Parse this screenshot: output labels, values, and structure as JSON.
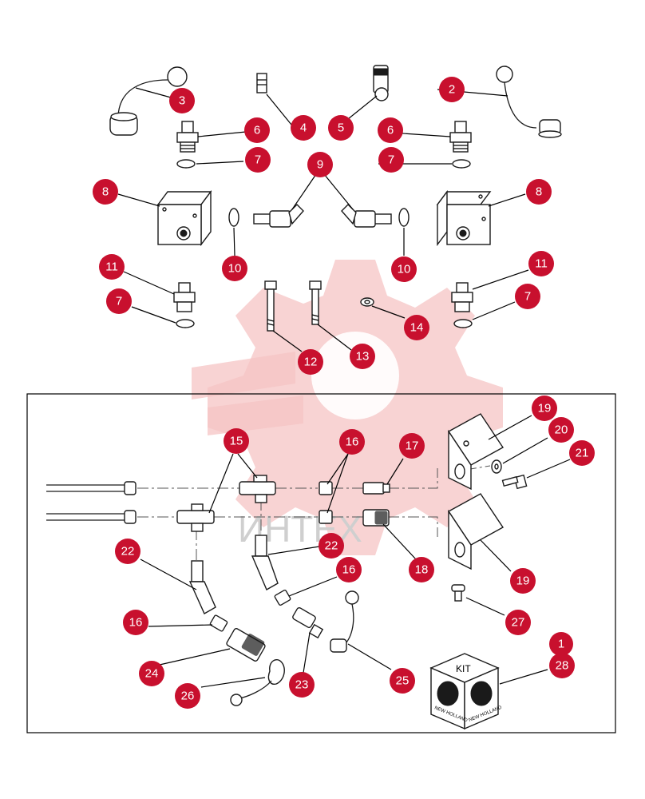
{
  "watermark": {
    "text": "ИНТЕХ"
  },
  "kit": {
    "label": "KIT",
    "brand": "NEW HOLLAND"
  },
  "callouts": [
    {
      "label": "1"
    },
    {
      "label": "2"
    },
    {
      "label": "3"
    },
    {
      "label": "4"
    },
    {
      "label": "5"
    },
    {
      "label": "6"
    },
    {
      "label": "6"
    },
    {
      "label": "7"
    },
    {
      "label": "7"
    },
    {
      "label": "7"
    },
    {
      "label": "7"
    },
    {
      "label": "8"
    },
    {
      "label": "8"
    },
    {
      "label": "9"
    },
    {
      "label": "10"
    },
    {
      "label": "10"
    },
    {
      "label": "11"
    },
    {
      "label": "11"
    },
    {
      "label": "12"
    },
    {
      "label": "13"
    },
    {
      "label": "14"
    },
    {
      "label": "15"
    },
    {
      "label": "16"
    },
    {
      "label": "16"
    },
    {
      "label": "16"
    },
    {
      "label": "17"
    },
    {
      "label": "18"
    },
    {
      "label": "19"
    },
    {
      "label": "19"
    },
    {
      "label": "20"
    },
    {
      "label": "21"
    },
    {
      "label": "22"
    },
    {
      "label": "22"
    },
    {
      "label": "23"
    },
    {
      "label": "24"
    },
    {
      "label": "25"
    },
    {
      "label": "26"
    },
    {
      "label": "27"
    },
    {
      "label": "28"
    }
  ]
}
